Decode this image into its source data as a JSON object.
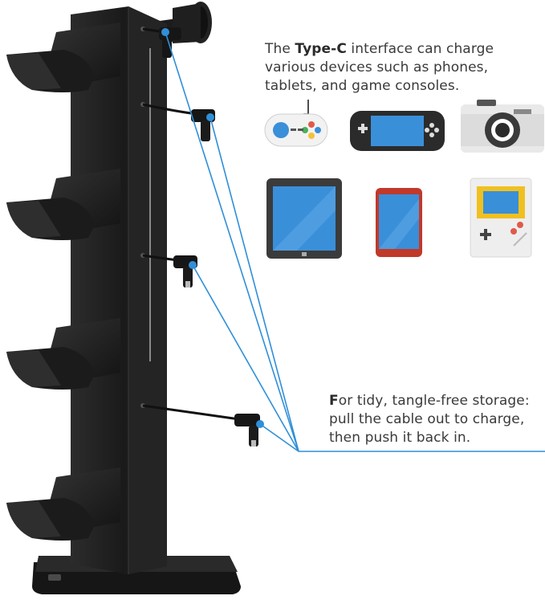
{
  "top_caption": {
    "prefix": "The ",
    "bold": "Type-C",
    "line1_rest": " interface can charge",
    "line2": "various devices such as phones,",
    "line3": "tablets, and game consoles."
  },
  "bottom_caption": {
    "bold_letter": "F",
    "line1_rest": "or tidy, tangle-free storage:",
    "line2": "pull the cable out to charge,",
    "line3": "then push it back in."
  },
  "colors": {
    "accent": "#2f8fd8",
    "stand": "#1e1e1e",
    "screen_blue": "#3a8fd9",
    "text": "#3a3a3a"
  },
  "icons": [
    "gamepad-icon",
    "handheld-console-icon",
    "camera-icon",
    "tablet-icon",
    "phone-icon",
    "gameboy-icon"
  ]
}
